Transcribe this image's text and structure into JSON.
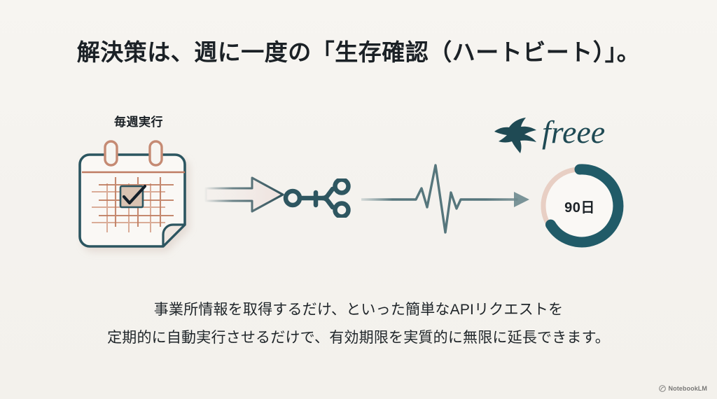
{
  "slide": {
    "title": "解決策は、週に一度の「生存確認（ハートビート）」。",
    "background_color": "#f6f4f0"
  },
  "diagram": {
    "calendar": {
      "label": "毎週実行",
      "icon": "calendar-check-icon",
      "outline_color": "#2c5560",
      "ring_color": "#c58a73",
      "grid_color": "#c98f78",
      "check_fill": "#d9c3b2"
    },
    "arrow": {
      "icon": "arrow-right-icon",
      "stroke_color": "#3f6068",
      "fill_color": "#f0e5e2"
    },
    "api_node": {
      "icon": "api-branch-node-icon",
      "color": "#2e5660"
    },
    "heartbeat": {
      "icon": "heartbeat-pulse-icon",
      "color": "#58767c"
    },
    "brand": {
      "name": "freee",
      "icon": "freee-swallow-logo",
      "color": "#1f4a54"
    },
    "donut": {
      "label": "90日",
      "percent": 83,
      "arc_color": "#215b68",
      "track_color": "#e8cfc4"
    }
  },
  "body": {
    "line1": "事業所情報を取得するだけ、といった簡単なAPIリクエストを",
    "line2": "定期的に自動実行させるだけで、有効期限を実質的に無限に延長できます。"
  },
  "watermark": {
    "label": "NotebookLM",
    "icon": "notebooklm-icon"
  }
}
